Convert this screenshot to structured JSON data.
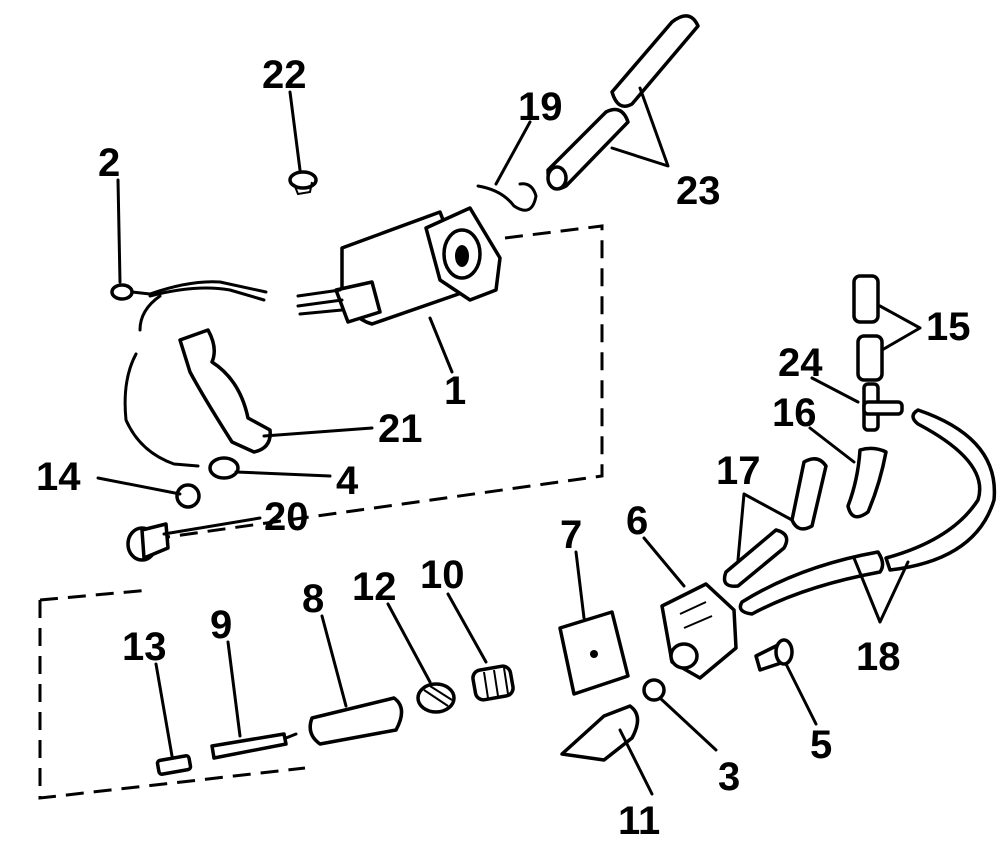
{
  "diagram": {
    "callouts": {
      "c1": "1",
      "c2": "2",
      "c3": "3",
      "c4": "4",
      "c5": "5",
      "c6": "6",
      "c7": "7",
      "c8": "8",
      "c9": "9",
      "c10": "10",
      "c11": "11",
      "c12": "12",
      "c13": "13",
      "c14": "14",
      "c15": "15",
      "c16": "16",
      "c17": "17",
      "c18": "18",
      "c19": "19",
      "c20": "20",
      "c21": "21",
      "c22": "22",
      "c23": "23",
      "c24": "24"
    }
  }
}
